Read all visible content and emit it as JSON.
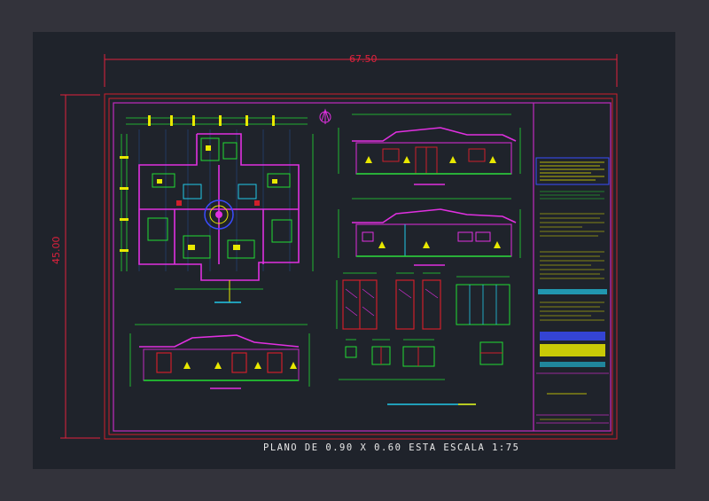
{
  "sheet": {
    "width_dimension": "67.50",
    "height_dimension": "45.00",
    "caption": "PLANO DE 0.90 X 0.60   ESTA ESCALA 1:75"
  },
  "colors": {
    "background": "#33333b",
    "canvas": "#1f232b",
    "border_magenta": "#c02bc0",
    "border_red": "#cf1f2b",
    "dimension_red": "#e0213d",
    "drawing_green": "#22dd33",
    "drawing_yellow": "#e8e800",
    "drawing_cyan": "#22c8e8",
    "drawing_magenta": "#e030e0",
    "drawing_blue": "#3a4cff"
  },
  "views": [
    {
      "id": "floor-plan",
      "icon": "floor-plan-drawing"
    },
    {
      "id": "front-elevation",
      "icon": "front-elevation-drawing"
    },
    {
      "id": "rear-elevation",
      "icon": "rear-elevation-drawing"
    },
    {
      "id": "cross-section",
      "icon": "cross-section-drawing"
    },
    {
      "id": "door-details",
      "icon": "door-detail-drawing"
    },
    {
      "id": "window-details",
      "icon": "window-detail-drawing"
    },
    {
      "id": "title-block",
      "icon": "title-block-panel"
    }
  ]
}
